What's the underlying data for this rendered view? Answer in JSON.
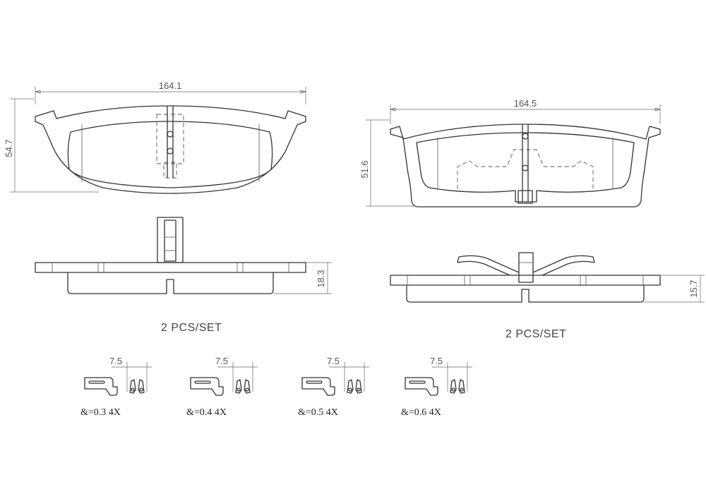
{
  "left_pad": {
    "width_dim": "164.1",
    "height_dim": "54.7",
    "thickness_dim": "18.3",
    "qty_label": "2  PCS/SET"
  },
  "right_pad": {
    "width_dim": "164.5",
    "height_dim": "51.6",
    "thickness_dim": "15.7",
    "qty_label": "2  PCS/SET"
  },
  "shims": [
    {
      "dim": "7.5",
      "label": "&=0.3  4X"
    },
    {
      "dim": "7.5",
      "label": "&=0.4  4X"
    },
    {
      "dim": "7.5",
      "label": "&=0.5  4X"
    },
    {
      "dim": "7.5",
      "label": "&=0.6  4X"
    }
  ]
}
